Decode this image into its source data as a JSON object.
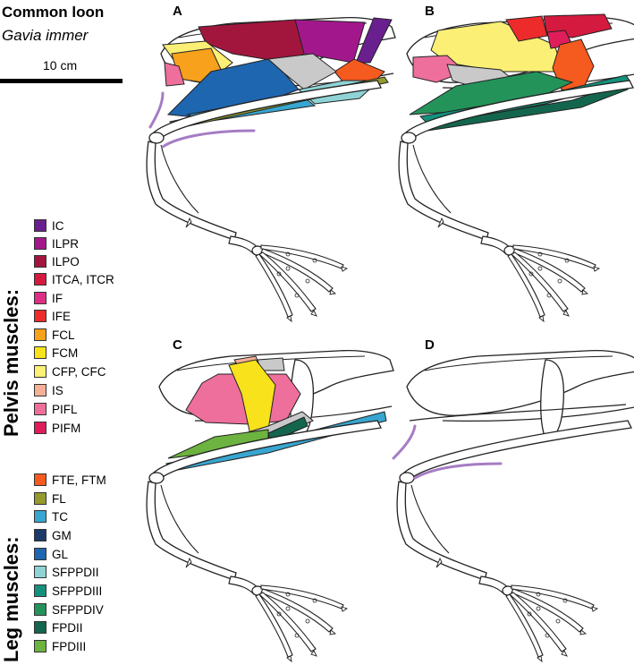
{
  "header": {
    "title": "Common loon",
    "species": "Gavia immer",
    "scale_label": "10 cm"
  },
  "groups": {
    "pelvis": "Pelvis muscles:",
    "leg": "Leg muscles:"
  },
  "panels": [
    "A",
    "B",
    "C",
    "D"
  ],
  "legend": {
    "pelvis": [
      {
        "label": "IC",
        "color": "#6a1f8f"
      },
      {
        "label": "ILPR",
        "color": "#a2188c"
      },
      {
        "label": "ILPO",
        "color": "#a2163e"
      },
      {
        "label": "ITCA, ITCR",
        "color": "#d41a3e"
      },
      {
        "label": "IF",
        "color": "#de2f87"
      },
      {
        "label": "IFE",
        "color": "#ee2b2b"
      },
      {
        "label": "FCL",
        "color": "#f7a11c"
      },
      {
        "label": "FCM",
        "color": "#f7e21b"
      },
      {
        "label": "CFP, CFC",
        "color": "#fbef75"
      },
      {
        "label": "IS",
        "color": "#f5b097"
      },
      {
        "label": "PIFL",
        "color": "#ee6f9c"
      },
      {
        "label": "PIFM",
        "color": "#e01d5b"
      }
    ],
    "leg": [
      {
        "label": "FTE, FTM",
        "color": "#f55a1f"
      },
      {
        "label": "FL",
        "color": "#949a2c"
      },
      {
        "label": "TC",
        "color": "#38a6d0"
      },
      {
        "label": "GM",
        "color": "#1b3a6a"
      },
      {
        "label": "GL",
        "color": "#1f66b0"
      },
      {
        "label": "SFPPDII",
        "color": "#8fd3d6"
      },
      {
        "label": "SFPPDIII",
        "color": "#14917c"
      },
      {
        "label": "SFPPDIV",
        "color": "#24935a"
      },
      {
        "label": "FPDII",
        "color": "#13664d"
      },
      {
        "label": "FPDIII",
        "color": "#6cb33f"
      }
    ]
  },
  "colors": {
    "outline": "#222222",
    "bone_fill": "#ffffff",
    "grey_tissue": "#c9c9c9",
    "lavender_marker": "#a67cc4",
    "olive_strip": "#949a2c"
  }
}
